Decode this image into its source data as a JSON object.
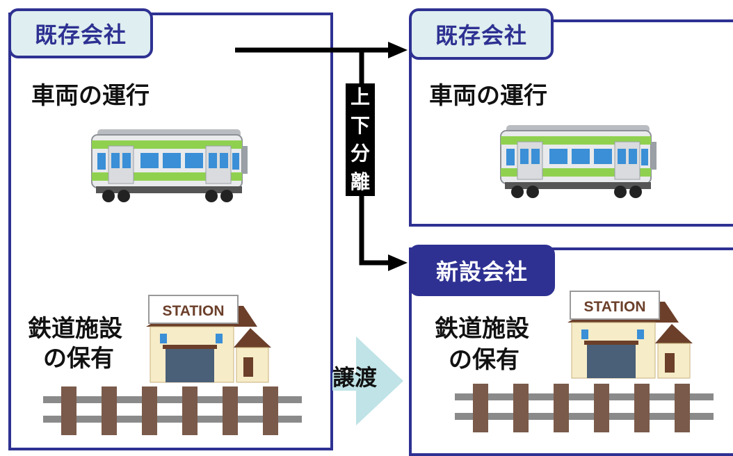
{
  "left_panel": {
    "tag": "既存会社",
    "operation_label": "車両の運行",
    "facility_label_line1": "鉄道施設",
    "facility_label_line2": "の保有",
    "station_sign": "STATION"
  },
  "separation_label": [
    "上",
    "下",
    "分",
    "離"
  ],
  "transfer_label": "譲渡",
  "right_top_panel": {
    "tag": "既存会社",
    "operation_label": "車両の運行"
  },
  "right_bottom_panel": {
    "tag": "新設会社",
    "facility_label_line1": "鉄道施設",
    "facility_label_line2": "の保有",
    "station_sign": "STATION"
  },
  "colors": {
    "border": "#2e3192",
    "tag_light_bg": "#dfeef0",
    "arrow_fill": "#bfe3e6",
    "train_green": "#8fd14f",
    "rail_brown": "#7a5a4a"
  }
}
